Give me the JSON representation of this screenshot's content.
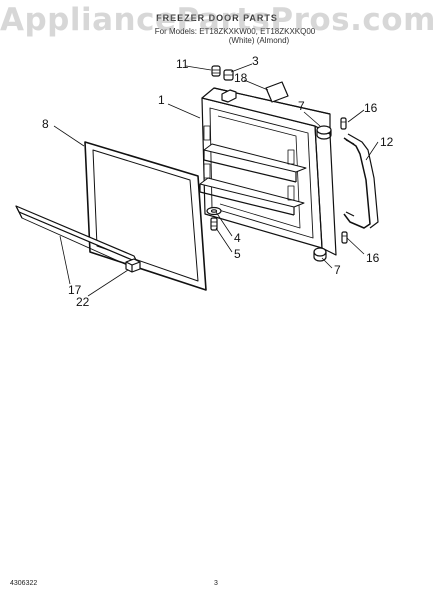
{
  "watermark": "AppliancePartsPros.com",
  "header": {
    "title": "FREEZER DOOR PARTS",
    "model_line": "For Models: ET18ZKXKW00, ET18ZKXKQ00",
    "colors_line": "(White)   (Almond)"
  },
  "callouts": {
    "c1": "1",
    "c3": "3",
    "c4": "4",
    "c5": "5",
    "c7a": "7",
    "c7b": "7",
    "c8": "8",
    "c11": "11",
    "c12": "12",
    "c16a": "16",
    "c16b": "16",
    "c17": "17",
    "c18": "18",
    "c22": "22"
  },
  "footer": {
    "part_number": "4306322",
    "page_number": "3"
  }
}
